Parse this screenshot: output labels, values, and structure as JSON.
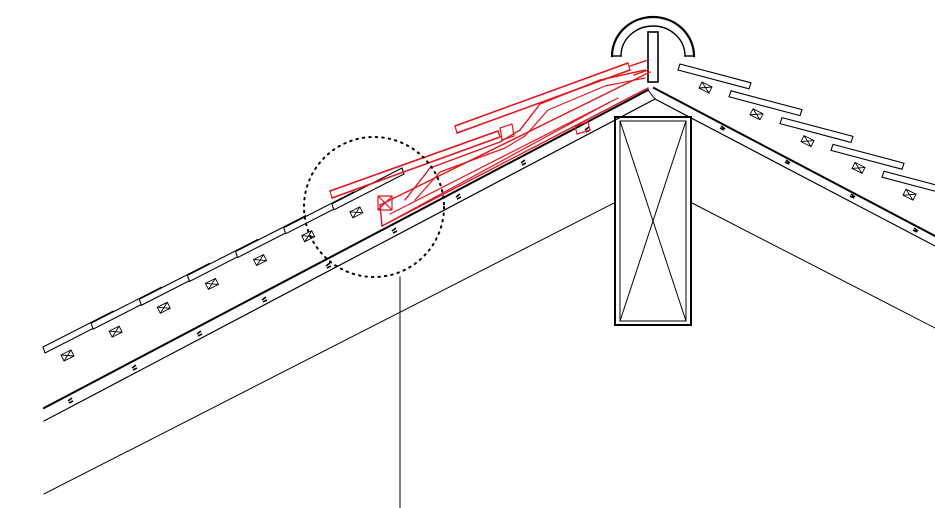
{
  "diagram": {
    "type": "roof-ridge-section-detail",
    "elements": [
      "rafter-left",
      "rafter-right",
      "ceiling-line-left",
      "ceiling-line-right",
      "ridge-beam",
      "ridge-cap-tile",
      "roof-tiles-left",
      "roof-tiles-right",
      "ridge-ventilation-assembly",
      "detail-callout-circle",
      "leader-line"
    ],
    "colors": {
      "line": "#000000",
      "highlight": "#e8121a",
      "background": "#ffffff"
    }
  }
}
